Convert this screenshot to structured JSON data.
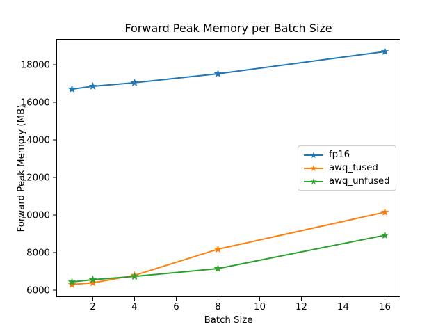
{
  "chart_data": {
    "type": "line",
    "title": "Forward Peak Memory per Batch Size",
    "xlabel": "Batch Size",
    "ylabel": "Forward Peak Memory (MB)",
    "x": [
      1,
      2,
      4,
      8,
      16
    ],
    "series": [
      {
        "name": "fp16",
        "color": "#1f77b4",
        "values": [
          16700,
          16850,
          17040,
          17520,
          18700
        ]
      },
      {
        "name": "awq_fused",
        "color": "#ff7f0e",
        "values": [
          6300,
          6390,
          6790,
          8180,
          10150
        ]
      },
      {
        "name": "awq_unfused",
        "color": "#2ca02c",
        "values": [
          6440,
          6560,
          6730,
          7150,
          8920
        ]
      }
    ],
    "xticks": [
      2,
      4,
      6,
      8,
      10,
      12,
      14,
      16
    ],
    "yticks": [
      6000,
      8000,
      10000,
      12000,
      14000,
      16000,
      18000
    ],
    "xlim": [
      0.25,
      16.75
    ],
    "ylim": [
      5630,
      19370
    ],
    "marker": "star",
    "grid": false,
    "legend_position": "center right",
    "axis_color": "#000000",
    "background": "#ffffff"
  }
}
